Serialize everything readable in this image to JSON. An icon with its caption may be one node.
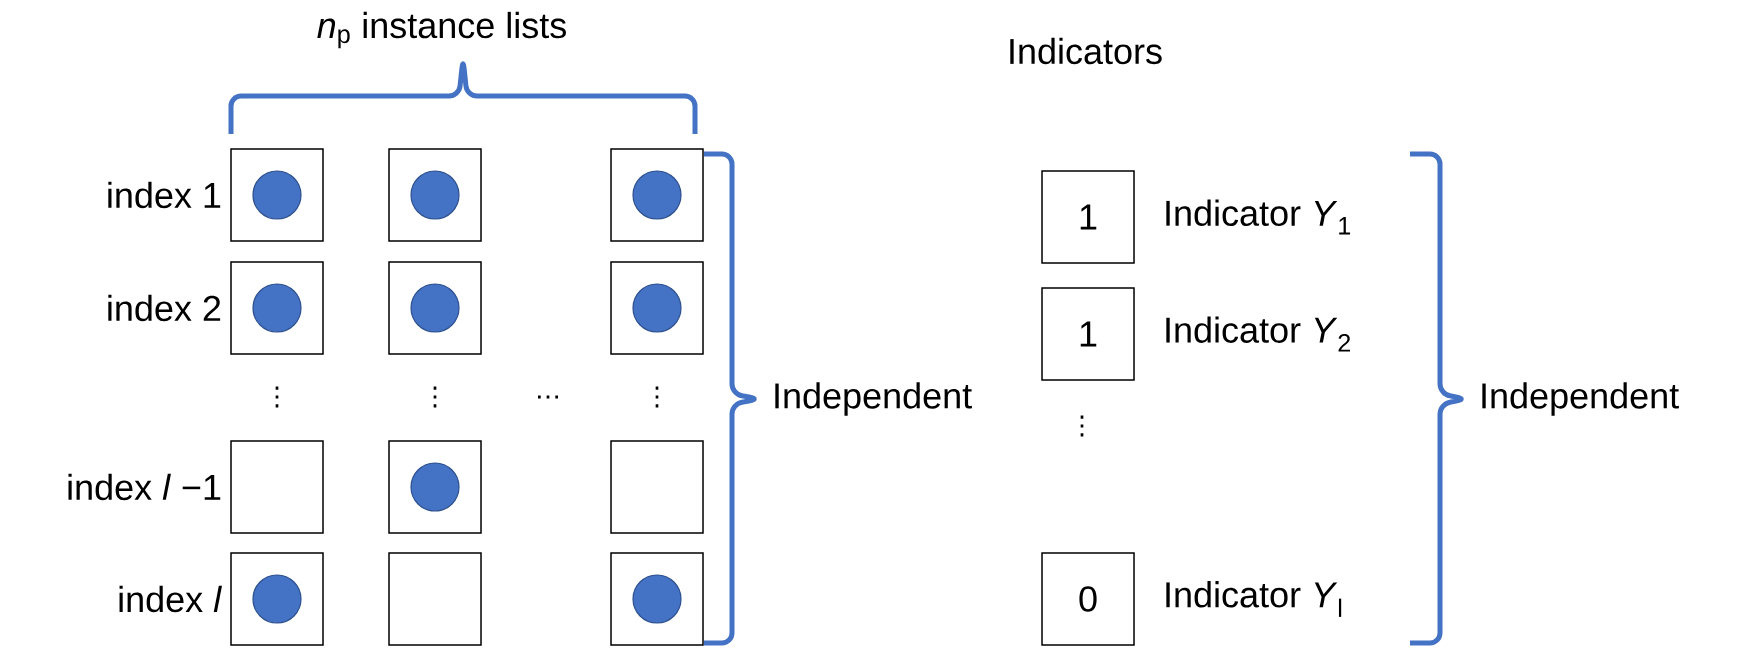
{
  "diagram": {
    "nodes": [
      {
        "text": [],
        "shape": "box"
      },
      {
        "text": [],
        "shape": "circle",
        "in": 0
      },
      {
        "text": [],
        "shape": "box"
      },
      {
        "text": [],
        "shape": "circle",
        "in": 2
      },
      {
        "text": [],
        "shape": "box"
      },
      {
        "text": [],
        "shape": "circle",
        "in": 4
      },
      {
        "text": [],
        "shape": "box"
      },
      {
        "text": [],
        "shape": "circle",
        "in": 6
      },
      {
        "text": [],
        "shape": "box"
      },
      {
        "text": [],
        "shape": "circle",
        "in": 8
      },
      {
        "text": [],
        "shape": "box"
      },
      {
        "text": [],
        "shape": "circle",
        "in": 10
      },
      {
        "text": [],
        "shape": "box"
      },
      {
        "text": [],
        "shape": "box"
      },
      {
        "text": [],
        "shape": "circle",
        "in": 13
      },
      {
        "text": [],
        "shape": "box"
      },
      {
        "text": [],
        "shape": "box"
      },
      {
        "text": [],
        "shape": "circle",
        "in": 16
      },
      {
        "text": [],
        "shape": "box"
      },
      {
        "text": [],
        "shape": "box"
      },
      {
        "text": [],
        "shape": "circle",
        "in": 19
      },
      {
        "text": [
          "1"
        ],
        "beside": [
          "Indicator *Y*$_{1}$"
        ]
      },
      {
        "text": [
          "1"
        ],
        "beside": [
          "Indicator *Y*$_{2}$"
        ]
      },
      {
        "text": [
          "0"
        ],
        "beside": [
          "Indicator *Y*$_{l}$"
        ]
      }
    ],
    "labels": [
      "*n*$_{p}$ instance lists",
      "Indicators",
      "index 1",
      "index 2",
      "⋮",
      "⋮",
      "…",
      "⋮",
      "Independent",
      "⋮",
      "index *l* −1",
      "index *l*",
      "Independent"
    ]
  }
}
